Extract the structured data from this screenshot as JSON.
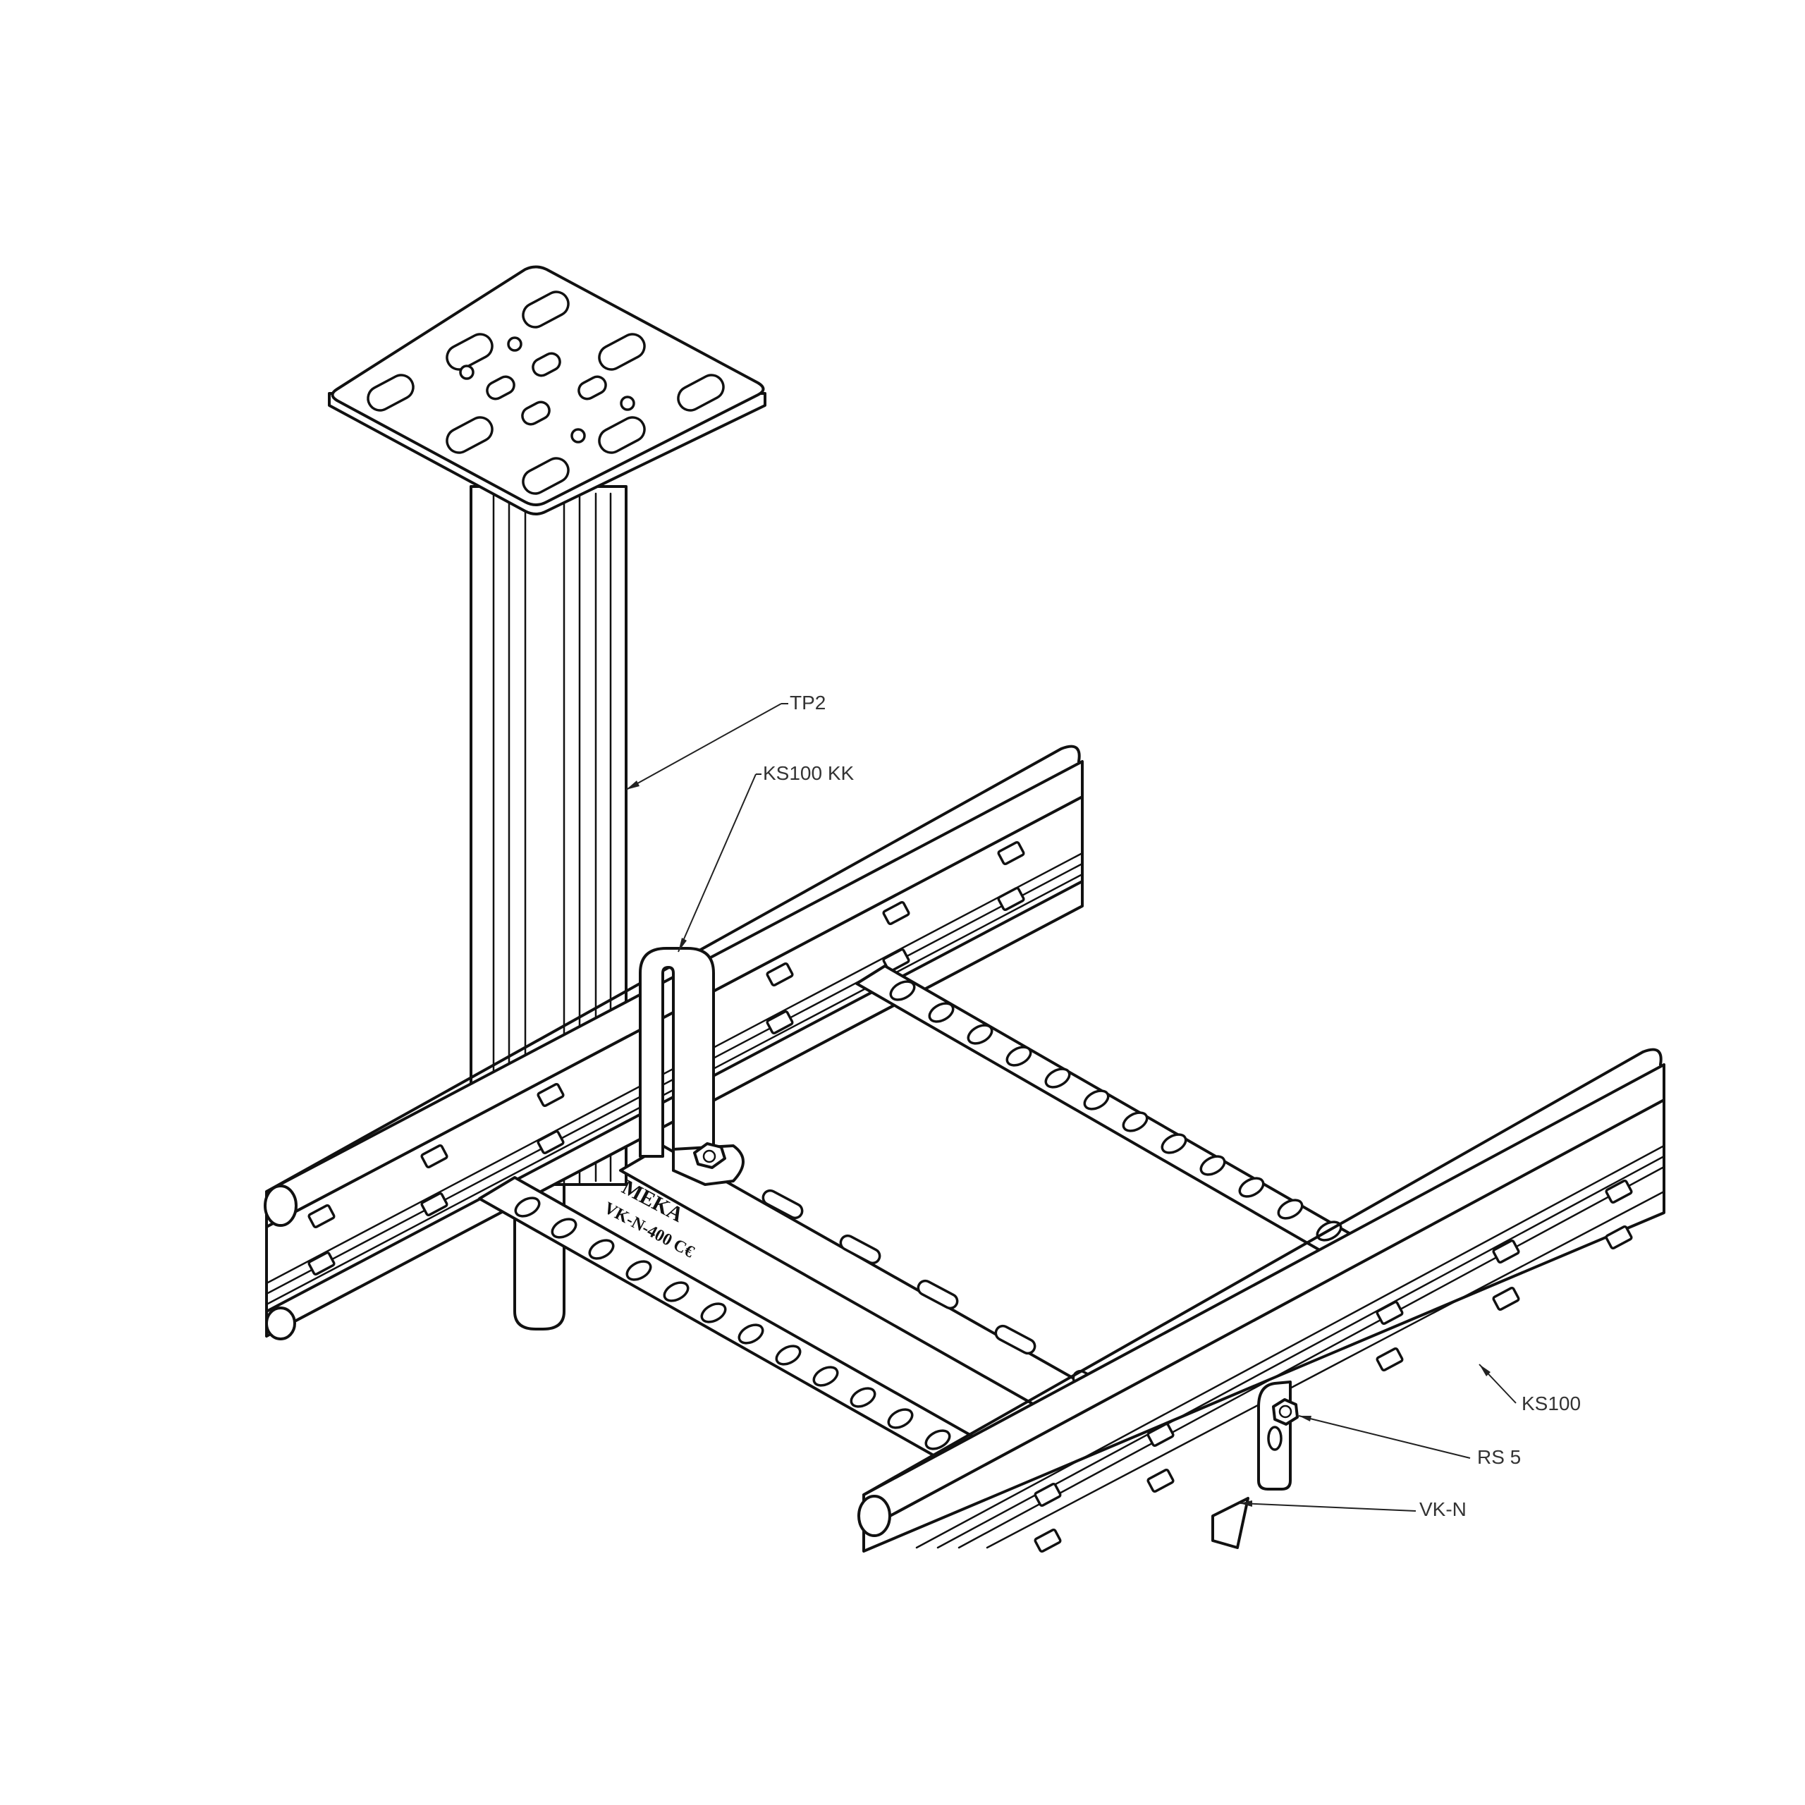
{
  "labels": {
    "tp2": "TP2",
    "ks100kk": "KS100 KK",
    "ks100": "KS100",
    "rs5": "RS 5",
    "vkn": "VK-N"
  },
  "embossed": {
    "brand": "MEKA",
    "model": "VK-N-400 C€"
  }
}
